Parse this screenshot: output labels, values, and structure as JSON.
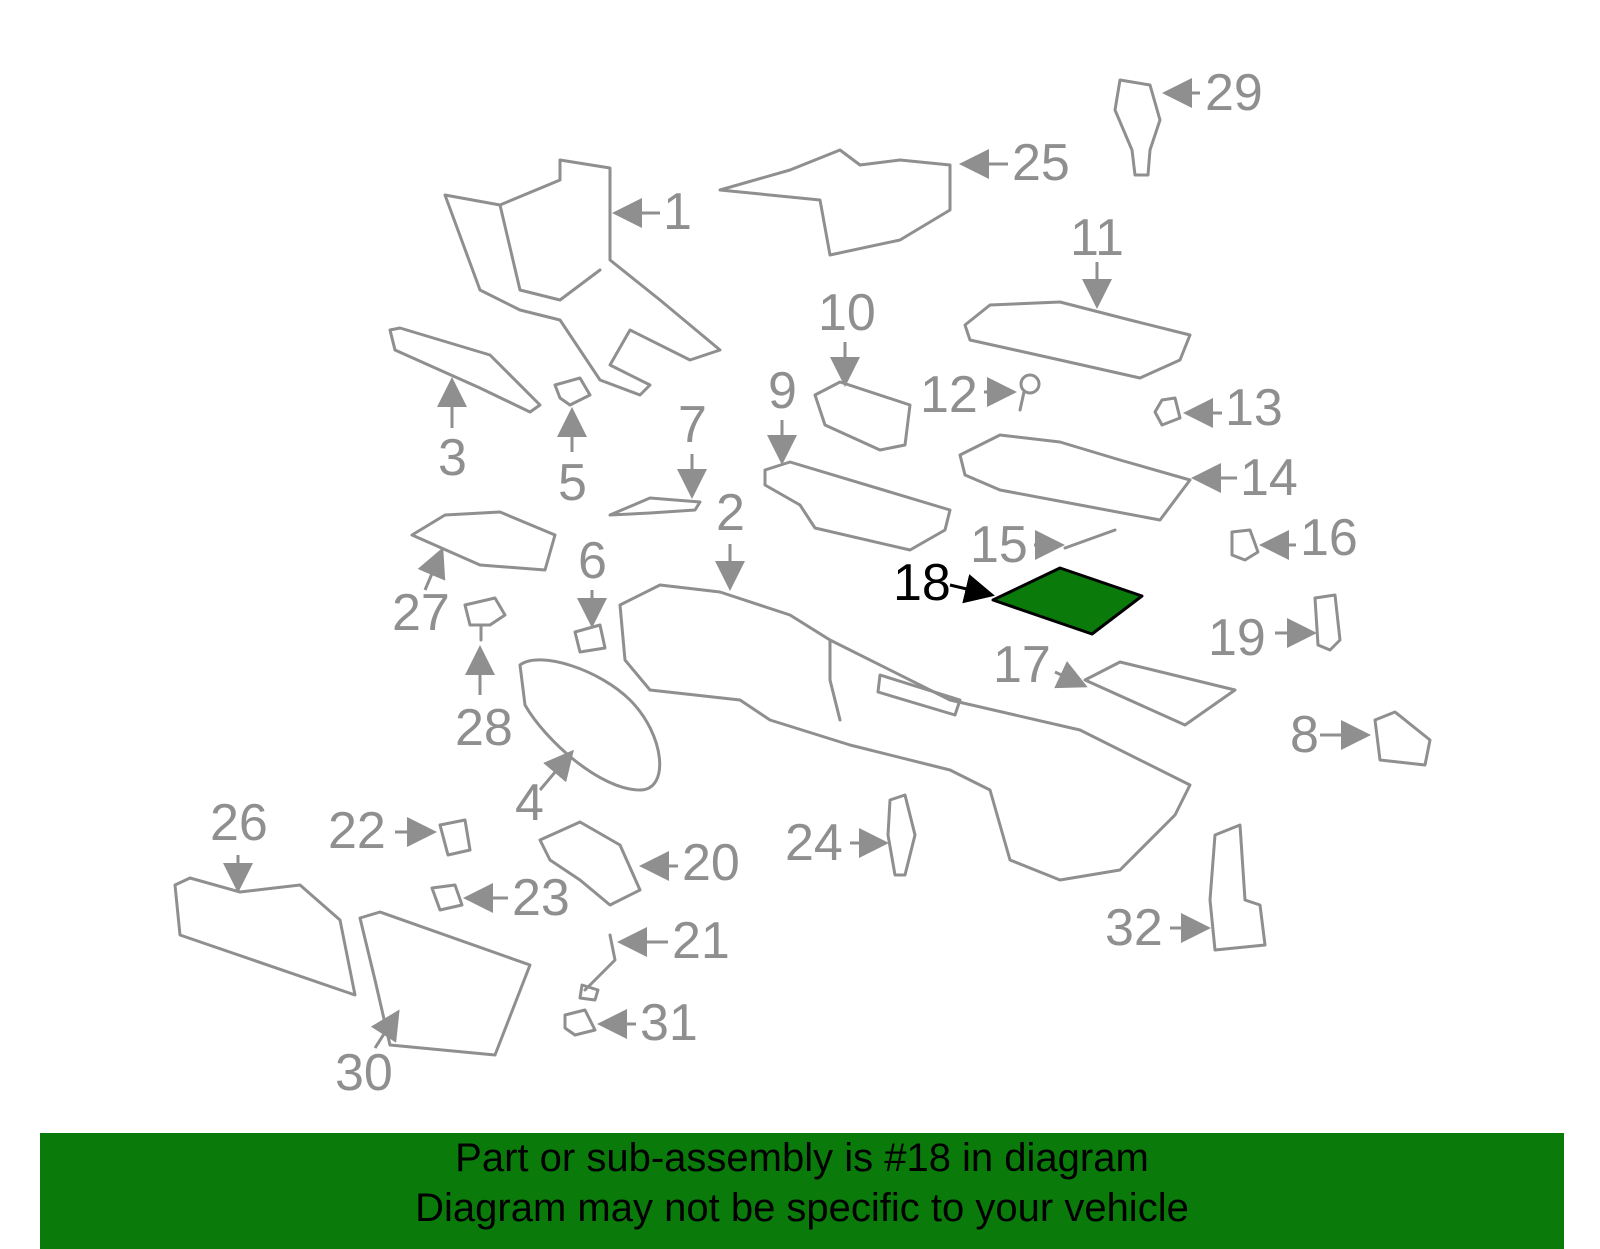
{
  "diagram": {
    "highlight_color": "#0a7a0a",
    "line_color": "#8f8f8f",
    "highlighted_part": "18",
    "callouts": [
      "1",
      "2",
      "3",
      "4",
      "5",
      "6",
      "7",
      "8",
      "9",
      "10",
      "11",
      "12",
      "13",
      "14",
      "15",
      "16",
      "17",
      "18",
      "19",
      "20",
      "21",
      "22",
      "23",
      "24",
      "25",
      "26",
      "27",
      "28",
      "29",
      "30",
      "31",
      "32"
    ]
  },
  "banner": {
    "line1": "Part or sub-assembly is #18 in diagram",
    "line2": "Diagram may not be specific to your vehicle",
    "background": "#0a7a0a"
  }
}
